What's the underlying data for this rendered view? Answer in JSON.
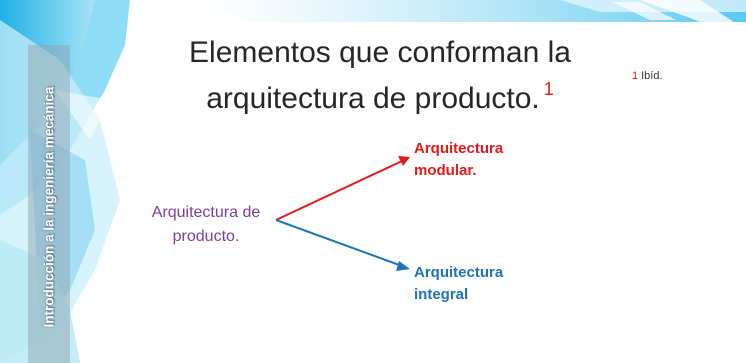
{
  "sidebar": {
    "label": "Introducción a la ingeniería mecánica"
  },
  "slide": {
    "title_lines": [
      "Elementos que conforman la",
      "arquitectura de producto."
    ],
    "title_ref": "1",
    "footnote": {
      "number": "1",
      "text": "Ibíd."
    }
  },
  "diagram": {
    "root": {
      "lines": [
        "Arquitectura de",
        "producto."
      ],
      "color": "#7d3c9e"
    },
    "branches": [
      {
        "lines": [
          "Arquitectura",
          "modular."
        ],
        "color": "#e01b1b"
      },
      {
        "lines": [
          "Arquitectura",
          "integral"
        ],
        "color": "#1f72b8"
      }
    ]
  }
}
